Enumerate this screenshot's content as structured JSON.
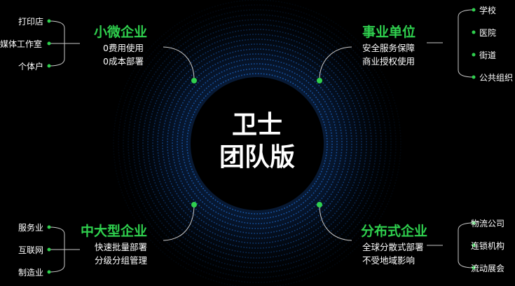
{
  "center": {
    "line1": "卫士",
    "line2": "团队版"
  },
  "sections": {
    "small_business": {
      "title": "小微企业",
      "desc": [
        "0费用使用",
        "0成本部署"
      ],
      "items": [
        "打印店",
        "媒体工作室",
        "个体户"
      ]
    },
    "public_institution": {
      "title": "事业单位",
      "desc": [
        "安全服务保障",
        "商业授权使用"
      ],
      "items": [
        "学校",
        "医院",
        "街道",
        "公共组织"
      ]
    },
    "medium_large": {
      "title": "中大型企业",
      "desc": [
        "快速批量部署",
        "分级分组管理"
      ],
      "items": [
        "服务业",
        "互联网",
        "制造业"
      ]
    },
    "distributed": {
      "title": "分布式企业",
      "desc": [
        "全球分散式部署",
        "不受地域影响"
      ],
      "items": [
        "物流公司",
        "连锁机构",
        "流动展会"
      ]
    }
  },
  "colors": {
    "accent": "#2fd04e",
    "ring": "#1e6fd6",
    "background": "#000000"
  }
}
